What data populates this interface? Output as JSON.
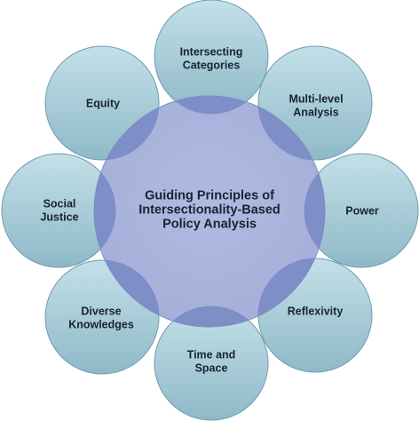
{
  "center": {
    "lines": [
      "Guiding Principles of",
      "Intersectionality-Based",
      "Policy Analysis"
    ]
  },
  "petals": [
    {
      "lines": [
        "Intersecting",
        "Categories"
      ]
    },
    {
      "lines": [
        "Multi-level",
        "Analysis"
      ]
    },
    {
      "lines": [
        "Power"
      ]
    },
    {
      "lines": [
        "Reflexivity"
      ]
    },
    {
      "lines": [
        "Time and",
        "Space"
      ]
    },
    {
      "lines": [
        "Diverse",
        "Knowledges"
      ]
    },
    {
      "lines": [
        "Social",
        "Justice"
      ]
    },
    {
      "lines": [
        "Equity"
      ]
    }
  ],
  "colors": {
    "petal_fill_top": "#c3e0e8",
    "petal_fill_bottom": "#8fb9c8",
    "petal_stroke": "#6f9cb0",
    "center_fill": "#9da9d6",
    "center_stroke": "#7f8dc6",
    "overlap": "#7888c4"
  }
}
